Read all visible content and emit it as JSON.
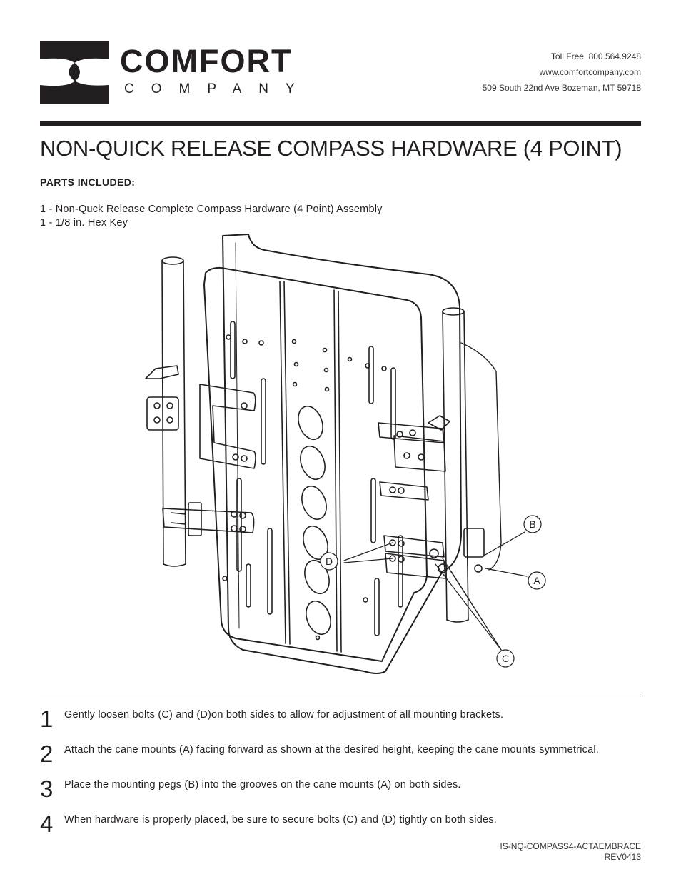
{
  "brand": {
    "word1": "COMFORT",
    "word2": "COMPANY"
  },
  "contact": {
    "phone": "Toll Free  800.564.9248",
    "website": "www.comfortcompany.com",
    "address": "509 South 22nd Ave Bozeman, MT 59718"
  },
  "title": "NON-QUICK RELEASE COMPASS HARDWARE (4 POINT)",
  "parts": {
    "heading": "PARTS INCLUDED:",
    "items": [
      "1 - Non-Quck Release Complete Compass Hardware (4 Point) Assembly",
      "1 - 1/8 in. Hex Key"
    ]
  },
  "diagram": {
    "callouts": {
      "a": "A",
      "b": "B",
      "c": "C",
      "d": "D"
    }
  },
  "steps": [
    {
      "num": "1",
      "text": "Gently loosen bolts (C) and (D)on both sides to allow for adjustment of all mounting brackets."
    },
    {
      "num": "2",
      "text": "Attach the cane mounts (A) facing forward as shown at the desired height, keeping the cane mounts symmetrical."
    },
    {
      "num": "3",
      "text": "Place the mounting pegs (B) into the grooves on the cane mounts (A) on both sides."
    },
    {
      "num": "4",
      "text": "When hardware is properly placed, be sure to secure bolts (C) and (D) tightly on both sides."
    }
  ],
  "doc": {
    "code": "IS-NQ-COMPASS4-ACTAEMBRACE",
    "rev": "REV0413"
  }
}
